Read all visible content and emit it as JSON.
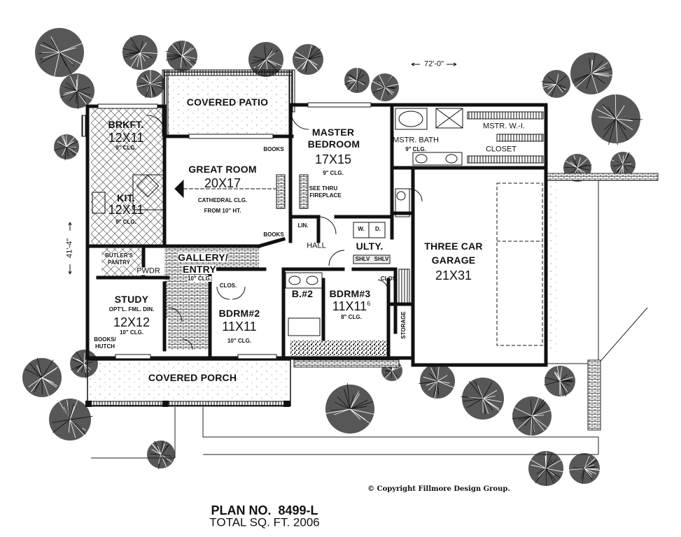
{
  "rooms": {
    "covered_patio": {
      "name": "COVERED PATIO"
    },
    "brkft": {
      "name": "BRKFT.",
      "size": "12X11",
      "ceiling": "9\" CLG."
    },
    "kit": {
      "name": "KIT.",
      "size": "12X11",
      "ceiling": "9\" CLG."
    },
    "great_room": {
      "name": "GREAT ROOM",
      "size": "20X17",
      "ceiling_1": "CATHEDRAL CLG.",
      "ceiling_2": "FROM 10\" HT.",
      "books_top": "BOOKS",
      "books_bottom": "BOOKS"
    },
    "fireplace": {
      "line1": "SEE THRU",
      "line2": "FIREPLACE"
    },
    "master_bedroom": {
      "name_1": "MASTER",
      "name_2": "BEDROOM",
      "size": "17X15",
      "ceiling": "9\" CLG."
    },
    "master_bath": {
      "name": "MSTR. BATH",
      "ceiling": "9\" CLG."
    },
    "master_closet": {
      "name_1": "MSTR. W.-I.",
      "name_2": "CLOSET"
    },
    "linen": {
      "name": "LIN."
    },
    "hall": {
      "name": "HALL"
    },
    "utility": {
      "name": "ULTY.",
      "washer": "W.",
      "dryer": "D.",
      "shelf_1": "SHLV",
      "shelf_2": "SHLV"
    },
    "butler_pantry": {
      "name_1": "BUTLER'S",
      "name_2": "PANTRY"
    },
    "powder": {
      "name": "PWDR"
    },
    "gallery": {
      "name_1": "GALLERY/",
      "name_2": "ENTRY",
      "ceiling": "10\" CLG."
    },
    "study": {
      "name": "STUDY",
      "note": "OPT'L. FML. DIN.",
      "size": "12X12",
      "ceiling": "10\" CLG.",
      "books_1": "BOOKS/",
      "books_2": "HUTCH"
    },
    "bdrm2": {
      "name": "BDRM#2",
      "size": "11X11",
      "ceiling": "10\" CLG.",
      "closet": "CLOS."
    },
    "bath2": {
      "name": "B.#2"
    },
    "bdrm3": {
      "name": "BDRM#3",
      "size": "11X11",
      "size_sup": "6",
      "ceiling": "8\" CLG.",
      "closet": "CLOS."
    },
    "storage": {
      "name": "STORAGE"
    },
    "garage": {
      "name_1": "THREE CAR",
      "name_2": "GARAGE",
      "size": "21X31"
    },
    "covered_porch": {
      "name": "COVERED PORCH"
    }
  },
  "dimensions": {
    "width": "72'-0\"",
    "depth": "41'-4\""
  },
  "footer": {
    "copyright": "© Copyright Fillmore Design Group.",
    "plan_no": "PLAN NO.  8499-L",
    "total_sqft": "TOTAL SQ. FT. 2006"
  },
  "colors": {
    "ink": "#111111",
    "paper": "#ffffff"
  }
}
